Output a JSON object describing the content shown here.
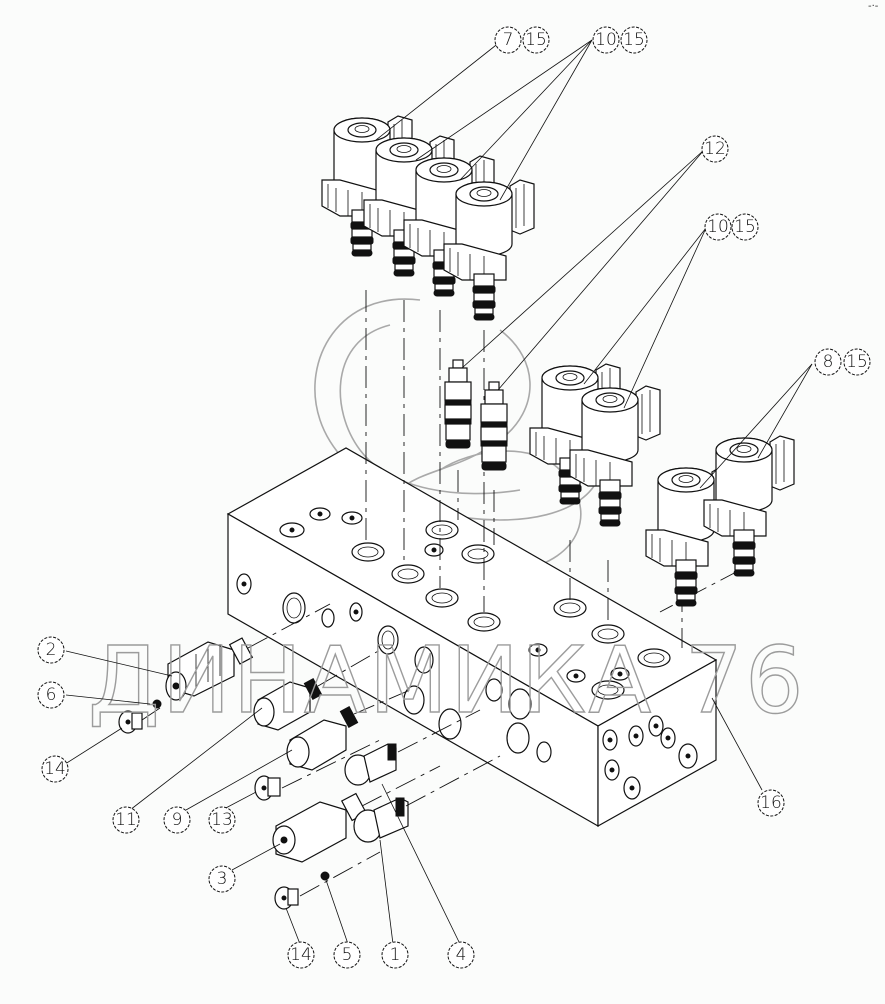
{
  "diagram": {
    "title": "Hydraulic valve block assembly — exploded view",
    "watermark": "ДИНАМИКА 76",
    "corner_mark": "-·-",
    "callouts": [
      {
        "id": "c7",
        "labels": [
          "7",
          "15"
        ],
        "target": "solenoid valve (rear, first)"
      },
      {
        "id": "c10a",
        "labels": [
          "10",
          "15"
        ],
        "target": "solenoid valves (rear row, three)"
      },
      {
        "id": "c12",
        "labels": [
          "12"
        ],
        "target": "cartridge valves (two)"
      },
      {
        "id": "c10b",
        "labels": [
          "10",
          "15"
        ],
        "target": "solenoid valves (middle pair)"
      },
      {
        "id": "c8",
        "labels": [
          "8",
          "15"
        ],
        "target": "solenoid valves (front pair)"
      },
      {
        "id": "c2",
        "labels": [
          "2"
        ],
        "target": "pressure relief valve"
      },
      {
        "id": "c6",
        "labels": [
          "6"
        ],
        "target": "ball"
      },
      {
        "id": "c14a",
        "labels": [
          "14"
        ],
        "target": "plug"
      },
      {
        "id": "c11",
        "labels": [
          "11"
        ],
        "target": "cartridge"
      },
      {
        "id": "c9",
        "labels": [
          "9"
        ],
        "target": "cartridge"
      },
      {
        "id": "c13",
        "labels": [
          "13"
        ],
        "target": "plug"
      },
      {
        "id": "c3",
        "labels": [
          "3"
        ],
        "target": "relief valve"
      },
      {
        "id": "c14b",
        "labels": [
          "14"
        ],
        "target": "plug"
      },
      {
        "id": "c5",
        "labels": [
          "5"
        ],
        "target": "ball"
      },
      {
        "id": "c1",
        "labels": [
          "1"
        ],
        "target": "check valve"
      },
      {
        "id": "c4",
        "labels": [
          "4"
        ],
        "target": "check valve"
      },
      {
        "id": "c16",
        "labels": [
          "16"
        ],
        "target": "valve block body"
      }
    ]
  }
}
